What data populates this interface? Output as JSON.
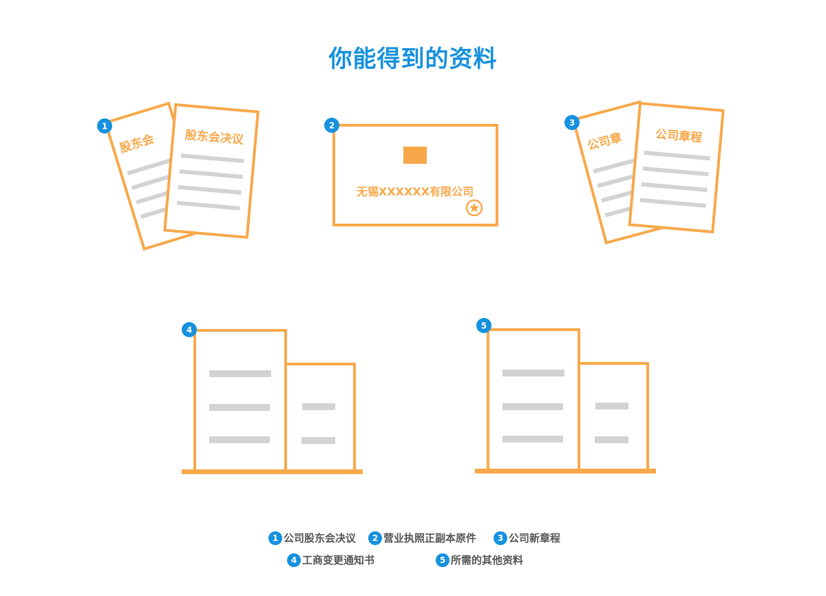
{
  "title": "你能得到的资料",
  "colors": {
    "accent": "#1591de",
    "orange": "#f7a84a",
    "gray_line": "#d3d3d3",
    "legend_text": "#555555"
  },
  "items": [
    {
      "number": "1",
      "back_label": "股东会",
      "front_label": "股东会决议"
    },
    {
      "number": "2",
      "company_name": "无锡XXXXXX有限公司",
      "seal_icon": "star-seal-icon"
    },
    {
      "number": "3",
      "back_label": "公司章",
      "front_label": "公司章程"
    },
    {
      "number": "4",
      "icon": "building-icon"
    },
    {
      "number": "5",
      "icon": "building-icon"
    }
  ],
  "legend": [
    {
      "number": "1",
      "label": "公司股东会决议"
    },
    {
      "number": "2",
      "label": "营业执照正副本原件"
    },
    {
      "number": "3",
      "label": "公司新章程"
    },
    {
      "number": "4",
      "label": "工商变更通知书"
    },
    {
      "number": "5",
      "label": "所需的其他资料"
    }
  ]
}
